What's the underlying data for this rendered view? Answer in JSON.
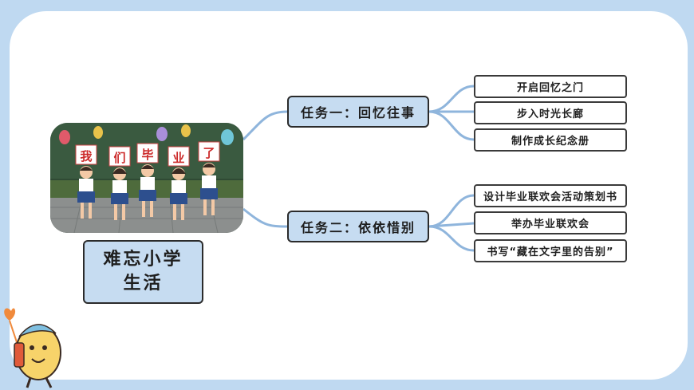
{
  "title": {
    "line1": "难忘小学",
    "line2": "生活"
  },
  "photo": {
    "sign_chars": [
      "我",
      "们",
      "毕",
      "业",
      "了"
    ]
  },
  "tasks": [
    {
      "label": "任务一：回忆往事",
      "items": [
        "开启回忆之门",
        "步入时光长廊",
        "制作成长纪念册"
      ]
    },
    {
      "label": "任务二：依依惜别",
      "items": [
        "设计毕业联欢会活动策划书",
        "举办毕业联欢会",
        "书写“藏在文字里的告别”"
      ]
    }
  ],
  "colors": {
    "frame": "#bfd9f1",
    "box_fill": "#c6dcf1",
    "connector": "#8fb5dc"
  }
}
